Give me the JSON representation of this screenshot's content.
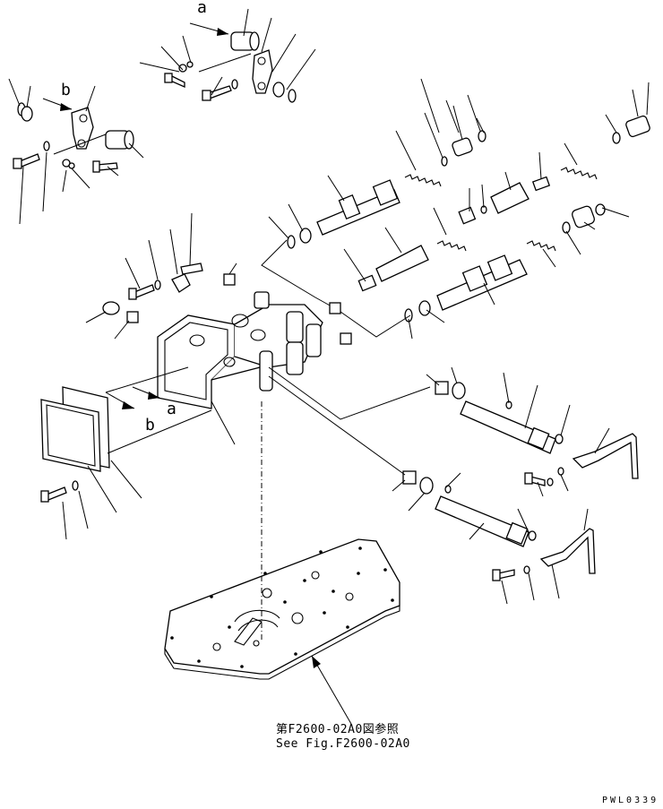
{
  "diagram": {
    "view_labels": {
      "a_top": "a",
      "b_top": "b",
      "b_body": "b",
      "a_body": "a"
    },
    "reference": {
      "line_ja": "第F2600-02A0図参照",
      "line_en": "See Fig.F2600-02A0"
    },
    "drawing_code": "PWL0339"
  }
}
